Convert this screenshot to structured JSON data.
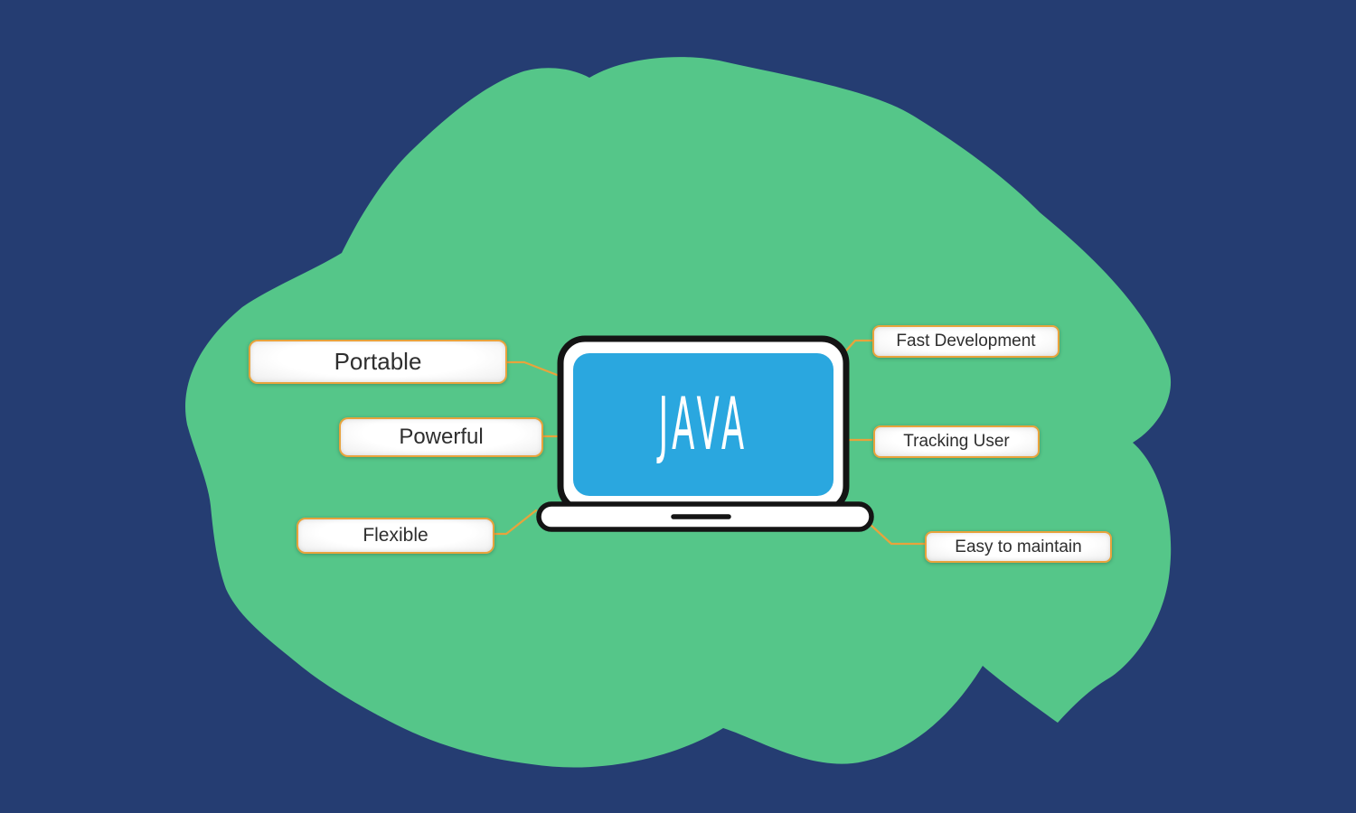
{
  "colors": {
    "background": "#253D72",
    "blob": "#55C689",
    "connector": "#E8A33C",
    "screen_blue": "#2AA7DF",
    "laptop_outline": "#141414",
    "laptop_body": "#FFFFFF",
    "label_text": "#2E2E2E"
  },
  "laptop": {
    "screen_text": "JAVA"
  },
  "features_left": [
    {
      "label": "Portable"
    },
    {
      "label": "Powerful"
    },
    {
      "label": "Flexible"
    }
  ],
  "features_right": [
    {
      "label": "Fast Development"
    },
    {
      "label": "Tracking User"
    },
    {
      "label": "Easy to maintain"
    }
  ]
}
